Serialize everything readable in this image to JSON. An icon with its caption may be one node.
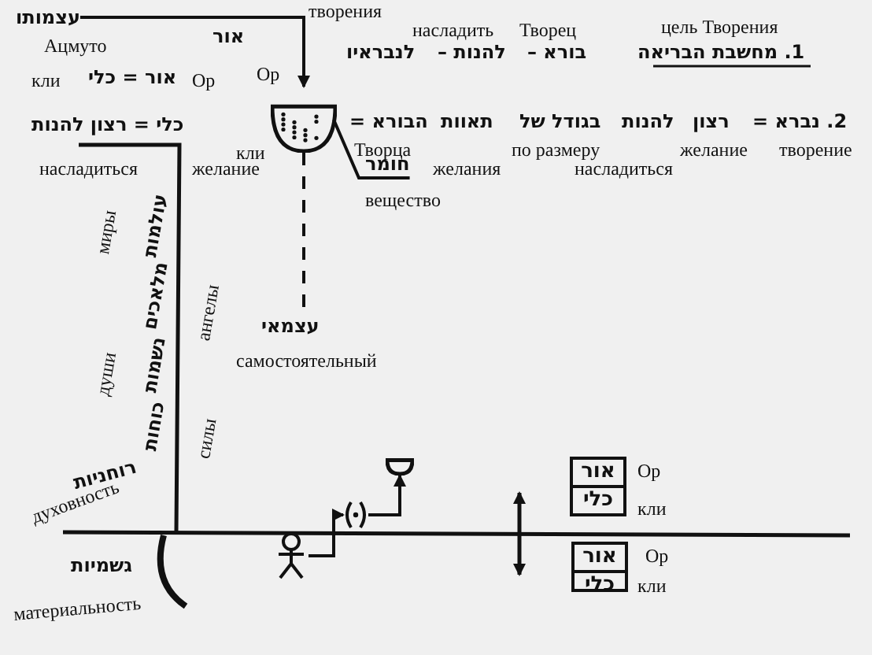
{
  "diagram": {
    "nodes": [
      {
        "text": [
          "עצמותו"
        ],
        "beside": [
          "Ацмуто"
        ]
      },
      {
        "text": [],
        "shape": "bowl"
      },
      {
        "text": [
          "חומר"
        ],
        "beside": [
          "вещество"
        ]
      },
      {
        "text": [
          "עצמאי"
        ],
        "beside": [
          "самостоятельный"
        ]
      },
      {
        "text": [],
        "shape": "person"
      },
      {
        "text": [],
        "shape": "circle"
      },
      {
        "text": [],
        "shape": "bowl"
      },
      {
        "text": [
          "אור",
          "כלי"
        ],
        "beside": [
          "Ор",
          "кли"
        ]
      },
      {
        "text": [
          "אור",
          "כלי"
        ],
        "beside": [
          "Ор",
          "кли"
        ]
      }
    ],
    "edges": [
      {
        "from": 0,
        "to": 1,
        "arrow": "to",
        "label": "אור"
      },
      {
        "from": 1,
        "to": 2,
        "arrow": "none"
      },
      {
        "from": 1,
        "to": 3,
        "arrow": "none",
        "style": "dashed"
      },
      {
        "from": 4,
        "to": 5,
        "arrow": "to"
      },
      {
        "from": 5,
        "to": 6,
        "arrow": "to"
      }
    ],
    "labels": [
      "творения",
      "насладить",
      "Творец",
      "цель Творения",
      "לנבראיו",
      "להנות –",
      "בורא –",
      "1. מחשבת הבריאה",
      "Ор",
      "кли",
      "אור = כלי",
      "Ор",
      "הבורא =",
      "תאוות",
      "בגודל של",
      "להנות",
      "רצון",
      "2. נברא =",
      "Творца",
      "желания",
      "по размеру",
      "насладиться",
      "желание",
      "творение",
      "כלי = רצון להנות",
      "насладиться",
      "желание",
      "кли",
      "миры",
      "עולמות",
      "מלאכים",
      "ангелы",
      "души",
      "נשמות",
      "כוחות",
      "силы",
      "רוחניות",
      "духовность",
      "גשמיות",
      "материальность"
    ]
  }
}
